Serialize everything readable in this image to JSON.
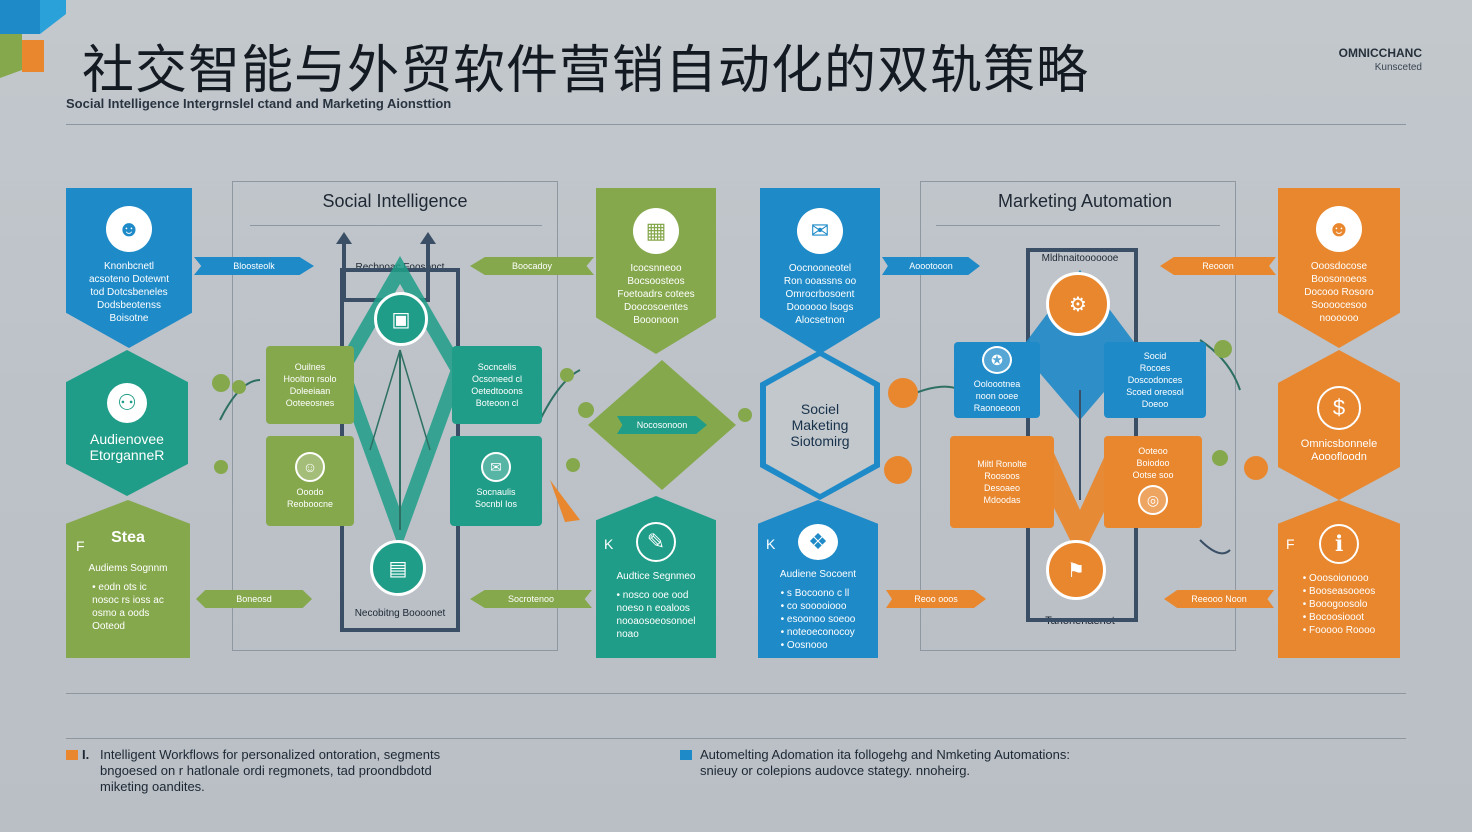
{
  "header": {
    "title": "社交智能与外贸软件营销自动化的双轨策略",
    "subtitle": "Social Intelligence Intergrnslel ctand and Marketing Aionsttion",
    "brand_line1": "OMNICCHANC",
    "brand_line2": "Kunsceted"
  },
  "left_panel": {
    "title": "Social Intelligence",
    "col1": {
      "top_text": "Knonbcnetl\nacsoteno Dotewnt\ntod Dotcsbeneles\nDodsbeotenss\nBoisotne",
      "hex_text": "Audienovee\nEtorganneR",
      "bottom_heading": "Audiems Sognnm",
      "bottom_text": "• eodn ots ic\nnosoc rs ioss ac\nosmo a oods\nOoteod",
      "sub_label": "Stea",
      "corner_letter": "F"
    },
    "arrows": {
      "top_left": "Bloosteolk",
      "top_mid": "Recbnoac Foosonct",
      "top_right": "Boocadoy",
      "bottom_left": "Boneosd",
      "bottom_mid": "Necobitng Boooonet",
      "bottom_right": "Socrotenoo"
    },
    "nodes": {
      "a": "Ouilnes\nHoolton rsolo\nDoleeiaan\nOoteeosnes",
      "b": "Socncelis\nOcsoneed cl\nOetedtooons\nBoteoon cl",
      "c": "Ooodo\nReoboocne",
      "d": "Socnaulis\nSocnbl Ios"
    },
    "col3": {
      "top_text": "Icocsnneoo\nBocsoosteos\nFoetoadrs cotees\nDoocosoentes\nBooonoon",
      "diamond_text": "Nocosonoon",
      "bottom_heading": "Audtice Segnmeo",
      "bottom_text": "• nosco ooe ood\nnoeso n eoaloos\nnooaosoeosonoel\nnoao",
      "corner_letter": "K"
    }
  },
  "right_panel": {
    "title": "Marketing Automation",
    "col1": {
      "top_text": "Oocnooneotel\nRon ooassns oo\nOmrocrbosoent\nDoooooo lsogs\nAlocsetnon",
      "hex_text": "Sociel\nMaketing\nSiotomirg",
      "bottom_heading": "Audiene Socoent",
      "bottom_text": "• s Bocoono c ll\n• co sooooiooo\n• esoonoo soeoo\n• noteoeconocoy\n• Oosnooo",
      "corner_letter": "K"
    },
    "arrows": {
      "top_left": "Aoootooon",
      "top_mid": "Mldhnaitooooooe",
      "top_right": "Reooon",
      "bottom_left": "Reoo ooos",
      "bottom_mid": "Tanonenaenot",
      "bottom_right": "Reeooo Noon"
    },
    "nodes": {
      "a": "Ooloootnea\nnoon ooee\nRaonoeoon",
      "b": "Socid\nRocoes\nDoscodonces\nScoed oreosol\nDoeoo",
      "c": "Miltl Ronolte\nRoosoos\nDesoaeo\nMdoodas",
      "d": "Ooteoo\nBoiodoo\nOotse soo"
    },
    "col3": {
      "top_text": "Ooosdocose\nBoosonoeos\nDocooo Rosoro\nSoooocesoo\nnoooooo",
      "hex_text": "Omnicsbonnele\nAooofloodn",
      "bottom_text": "• Ooosoionooo\n• Booseasooeos\n• Booogoosolo\n• Bocoosiooot\n• Fooooo Roooo",
      "corner_letter": "F"
    }
  },
  "footer": {
    "left_marker": "I.",
    "left_text": "Intelligent Workflows for personalized ontoration, segments\nbngoesed on r hatlonale ordi regmonets, tad proondbdotd\nmiketing oandites.",
    "right_text": "Automelting Adomation ita follogehg and Nmketing Automations:\nsnieuy or colepions audovce stategy. nnoheirg."
  },
  "colors": {
    "blue": "#1e8ac8",
    "teal": "#1f9d88",
    "green": "#86a84d",
    "orange": "#e8872e",
    "navy": "#3a4f66",
    "background": "#c3c8cd"
  }
}
